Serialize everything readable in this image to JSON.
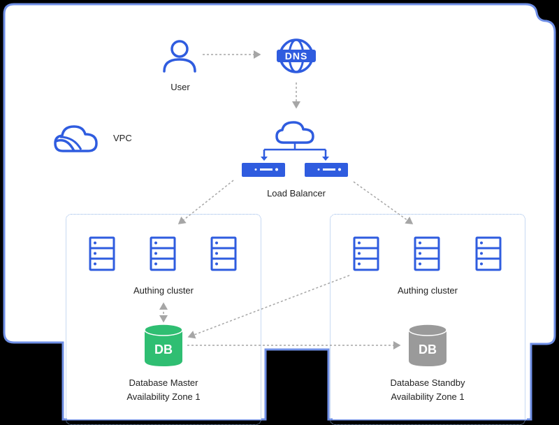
{
  "user": {
    "label": "User"
  },
  "dns": {
    "label": "DNS"
  },
  "vpc": {
    "label": "VPC"
  },
  "load_balancer": {
    "label": "Load Balancer"
  },
  "zone_left": {
    "cluster_label": "Authing cluster",
    "db_text": "DB",
    "db_label": "Database Master",
    "zone_label": "Availability Zone 1"
  },
  "zone_right": {
    "cluster_label": "Authing cluster",
    "db_text": "DB",
    "db_label": "Database Standby",
    "zone_label": "Availability Zone 1"
  },
  "colors": {
    "icon_blue": "#2f5cdf",
    "db_green": "#2fbe72",
    "db_gray": "#9a9a9a",
    "dotted_border": "#8fb3e6",
    "arrow_gray": "#a6a6a6",
    "vpc_outline": "#6f8fe6"
  }
}
